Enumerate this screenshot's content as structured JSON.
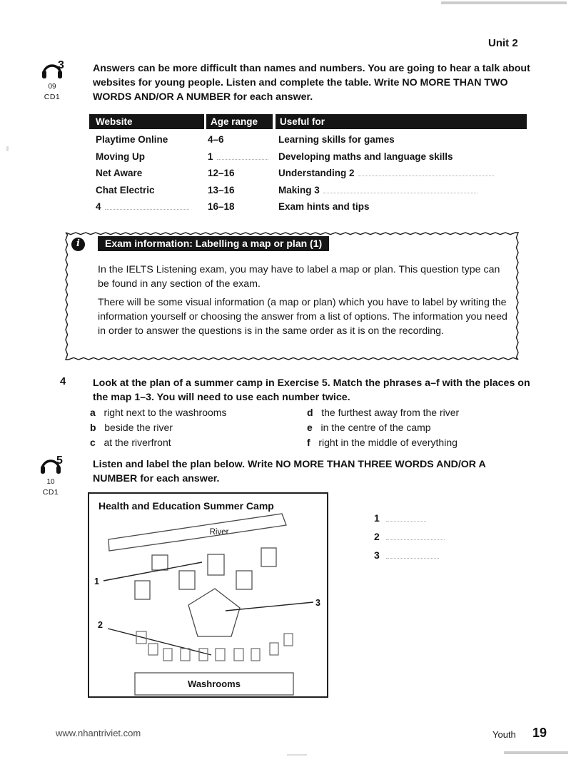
{
  "page": {
    "unit": "Unit 2",
    "footer": {
      "url": "www.nhantriviet.com",
      "section": "Youth",
      "page_number": "19"
    }
  },
  "icons": {
    "audio": "headphones-icon",
    "info": "info-icon"
  },
  "colors": {
    "ink": "#141414",
    "paper": "#ffffff",
    "table_header_bg": "#151515",
    "table_header_text": "#ffffff",
    "blank_dots": "#adadad"
  },
  "exercise3": {
    "number": "3",
    "track": "09",
    "cd": "CD1",
    "instruction_before": "Answers can be more difficult than names and numbers. You are going to hear a talk about websites for young people. Listen and complete the table. Write ",
    "instruction_bold": "NO MORE THAN TWO WORDS AND/OR A NUMBER",
    "instruction_after": " for each answer."
  },
  "table": {
    "headers": [
      "Website",
      "Age range",
      "Useful for"
    ],
    "rows": [
      {
        "website": "Playtime Online",
        "age": "4–6",
        "useful": "Learning skills for games"
      },
      {
        "website": "Moving Up",
        "age": "1",
        "useful": "Developing maths and language skills"
      },
      {
        "website": "Net Aware",
        "age": "12–16",
        "useful": "Understanding 2"
      },
      {
        "website": "Chat Electric",
        "age": "13–16",
        "useful": "Making 3"
      },
      {
        "website": "4",
        "age": "16–18",
        "useful": "Exam hints and tips"
      }
    ]
  },
  "exam_info": {
    "title": "Exam information: Labelling a map or plan (1)",
    "paragraph1": "In the IELTS Listening exam, you may have to label a map or plan. This question type can be found in any section of the exam.",
    "paragraph2": "There will be some visual information (a map or plan) which you have to label by writing the information yourself or choosing the answer from a list of options. The information you need in order to answer the questions is in the same order as it is on the recording."
  },
  "exercise4": {
    "number": "4",
    "instruction": "Look at the plan of a summer camp in Exercise 5. Match the phrases a–f with the places on the map 1–3. You will need to use each number twice.",
    "options_left": [
      {
        "letter": "a",
        "text": "right next to the washrooms"
      },
      {
        "letter": "b",
        "text": "beside the river"
      },
      {
        "letter": "c",
        "text": "at the riverfront"
      }
    ],
    "options_right": [
      {
        "letter": "d",
        "text": "the furthest away from the river"
      },
      {
        "letter": "e",
        "text": "in the centre of the camp"
      },
      {
        "letter": "f",
        "text": "right in the middle of everything"
      }
    ]
  },
  "exercise5": {
    "number": "5",
    "track": "10",
    "cd": "CD1",
    "instruction_before": "Listen and label the plan below. Write ",
    "instruction_bold": "NO MORE THAN THREE WORDS AND/OR A NUMBER",
    "instruction_after": " for each answer.",
    "map": {
      "title": "Health and Education Summer Camp",
      "river_label": "River",
      "washrooms_label": "Washrooms",
      "point_labels": [
        "1",
        "2",
        "3"
      ]
    },
    "answer_numbers": [
      "1",
      "2",
      "3"
    ]
  }
}
